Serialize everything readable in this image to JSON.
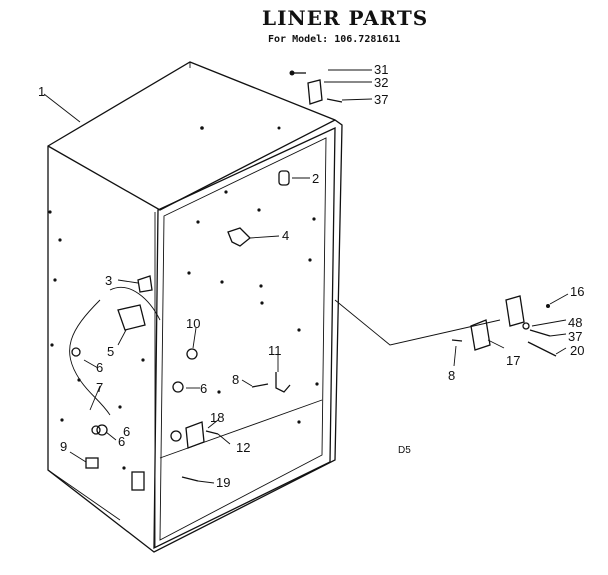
{
  "header": {
    "title": "LINER PARTS",
    "model_line": "For Model: 106.7281611"
  },
  "callouts": [
    "1",
    "2",
    "3",
    "4",
    "5",
    "6",
    "6",
    "6",
    "6",
    "7",
    "8",
    "8",
    "9",
    "10",
    "11",
    "12",
    "16",
    "17",
    "18",
    "19",
    "20",
    "31",
    "32",
    "37",
    "37",
    "48"
  ],
  "footer": {
    "code": "D5"
  }
}
